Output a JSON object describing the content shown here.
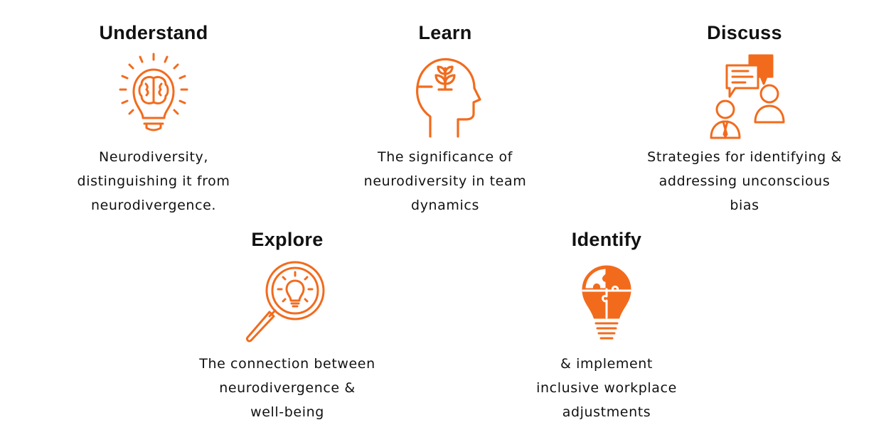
{
  "accent_color": "#f26b1d",
  "cards": [
    {
      "title": "Understand",
      "icon": "lightbulb-brain-icon",
      "text": "Neurodiversity,\ndistinguishing it from\nneurodivergence."
    },
    {
      "title": "Learn",
      "icon": "head-sprout-icon",
      "text": "The significance of\nneurodiversity in team\ndynamics"
    },
    {
      "title": "Discuss",
      "icon": "people-chat-icon",
      "text": "Strategies for identifying &\naddressing unconscious\nbias"
    },
    {
      "title": "Explore",
      "icon": "magnifier-lightbulb-icon",
      "text": "The connection between\nneurodivergence &\nwell-being"
    },
    {
      "title": "Identify",
      "icon": "puzzle-lightbulb-icon",
      "text": "& implement\ninclusive workplace\nadjustments"
    }
  ]
}
